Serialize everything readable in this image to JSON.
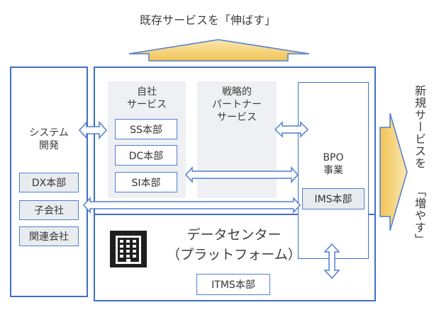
{
  "top_arrow_label": "既存サービスを「伸ばす」",
  "right_arrow_label_line1": "新規サービスを",
  "right_arrow_label_line2": "「増やす」",
  "system_dev": {
    "title_line1": "システム",
    "title_line2": "開発",
    "items": [
      "DX本部",
      "子会社",
      "関連会社"
    ]
  },
  "own_services": {
    "title_line1": "自社",
    "title_line2": "サービス",
    "items": [
      "SS本部",
      "DC本部",
      "SI本部"
    ]
  },
  "strategic_partner": {
    "line1": "戦略的",
    "line2": "パートナー",
    "line3": "サービス"
  },
  "bpo": {
    "line1": "BPO",
    "line2": "事業",
    "item": "IMS本部"
  },
  "datacenter": {
    "line1": "データセンター",
    "line2": "（プラットフォーム）",
    "item": "ITMS本部",
    "icon": "building-icon"
  },
  "colors": {
    "border_blue": "#3e6fc9",
    "arrow_fill": "#ffffff",
    "arrow_stroke": "#4f7fd3",
    "growth_arrow_fill": "#f5cf6e",
    "growth_arrow_stroke": "#4f7fd3"
  }
}
